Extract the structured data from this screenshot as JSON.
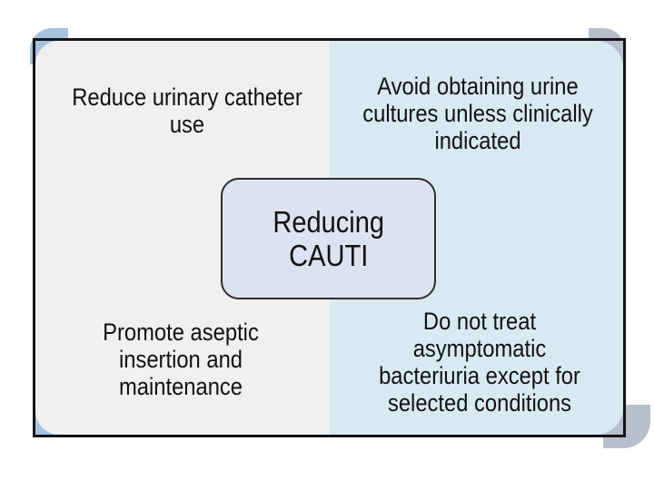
{
  "page": {
    "background_color": "#ffffff"
  },
  "slide": {
    "frame_color": "#141414",
    "text_color": "#111111",
    "left_panel_color": "#f1f0ee",
    "right_panel_color": "#d9e9f2",
    "accent_blue": "#a6c2df",
    "accent_gray": "#b7bfcd",
    "center_node": {
      "fill_color": "#dce3f0",
      "border_color": "#2e2e2e",
      "text": "Reducing CAUTI",
      "lines": [
        "Reducing",
        "CAUTI"
      ]
    },
    "quadrants": {
      "top_left": {
        "text": "Reduce urinary catheter use",
        "lines": [
          "Reduce urinary catheter",
          "use"
        ]
      },
      "top_right": {
        "text": "Avoid obtaining urine cultures unless clinically indicated",
        "lines": [
          "Avoid obtaining urine",
          "cultures unless clinically",
          "indicated"
        ]
      },
      "bottom_left": {
        "text": "Promote aseptic insertion and maintenance",
        "lines": [
          "Promote aseptic",
          "insertion and",
          "maintenance"
        ]
      },
      "bottom_right": {
        "text": "Do not treat asymptomatic bacteriuria except for selected conditions",
        "lines": [
          "Do not treat",
          "asymptomatic",
          "bacteriuria except for",
          "selected conditions"
        ]
      }
    }
  }
}
